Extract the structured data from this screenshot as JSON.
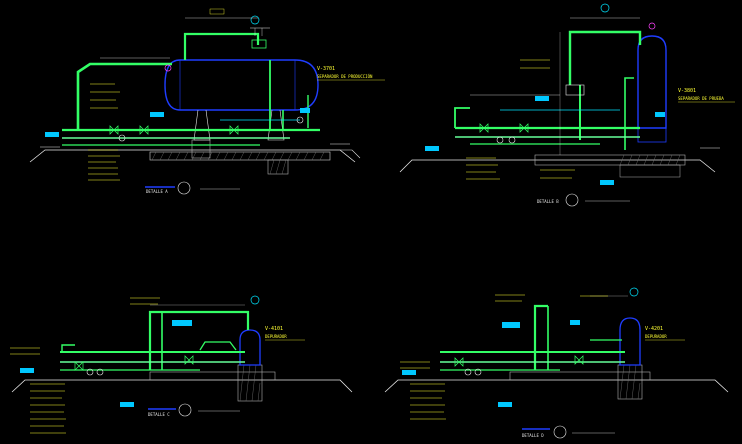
{
  "colors": {
    "background": "#000000",
    "pipe": "#33ff66",
    "pipe_light": "#66ff99",
    "vessel": "#1f3dff",
    "tag_fill": "#00c8ff",
    "yellow": "#ffff33",
    "white": "#e8e8e8",
    "cyan": "#00e5ff",
    "magenta": "#ff44ff",
    "concrete_hatch": "#b0b0b0"
  },
  "views": [
    {
      "vessel_tag": "V-3701",
      "vessel_service": "SEPARADOR DE PRODUCCIÓN",
      "detail_label": "DETALLE A",
      "orientation": "horizontal"
    },
    {
      "vessel_tag": "V-3801",
      "vessel_service": "SEPARADOR DE PRUEBA",
      "detail_label": "DETALLE B",
      "orientation": "vertical"
    },
    {
      "vessel_tag": "V-4101",
      "vessel_service": "DEPURADOR",
      "detail_label": "DETALLE C",
      "orientation": "vertical-short"
    },
    {
      "vessel_tag": "V-4201",
      "vessel_service": "DEPURADOR",
      "detail_label": "DETALLE D",
      "orientation": "vertical-short"
    }
  ]
}
